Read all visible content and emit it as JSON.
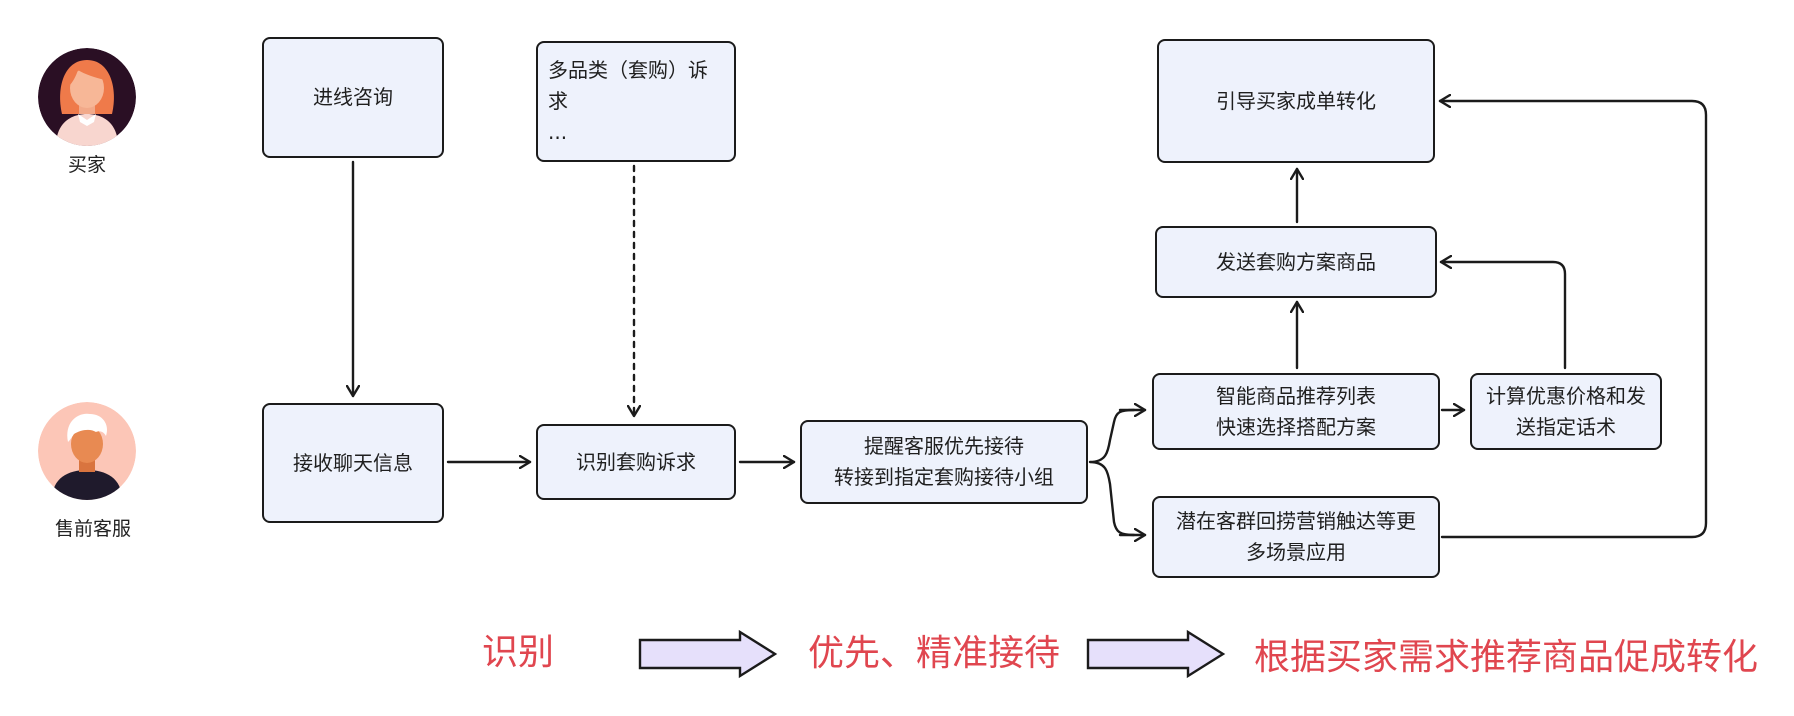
{
  "roles": {
    "buyer": "买家",
    "agent": "售前客服"
  },
  "nodes": {
    "consult": "进线咨询",
    "multi_line1": "多品类（套购）诉",
    "multi_line2": "求",
    "multi_line3": "...",
    "receive": "接收聊天信息",
    "identify": "识别套购诉求",
    "remind_line1": "提醒客服优先接待",
    "remind_line2": "转接到指定套购接待小组",
    "recommend_line1": "智能商品推荐列表",
    "recommend_line2": "快速选择搭配方案",
    "compute_line1": "计算优惠价格和发",
    "compute_line2": "送指定话术",
    "potential_line1": "潜在客群回捞营销触达等更",
    "potential_line2": "多场景应用",
    "send": "发送套购方案商品",
    "guide": "引导买家成单转化"
  },
  "flow": {
    "step1": "识别",
    "step2": "优先、精准接待",
    "step3": "根据买家需求推荐商品促成转化"
  },
  "colors": {
    "box_fill": "#eef2fc",
    "box_border": "#1b1b1b",
    "accent_text": "#e0464f",
    "flow_arrow_fill": "#e6e0fb"
  },
  "icons": {
    "buyer": "female-avatar-icon",
    "agent": "male-avatar-icon"
  }
}
